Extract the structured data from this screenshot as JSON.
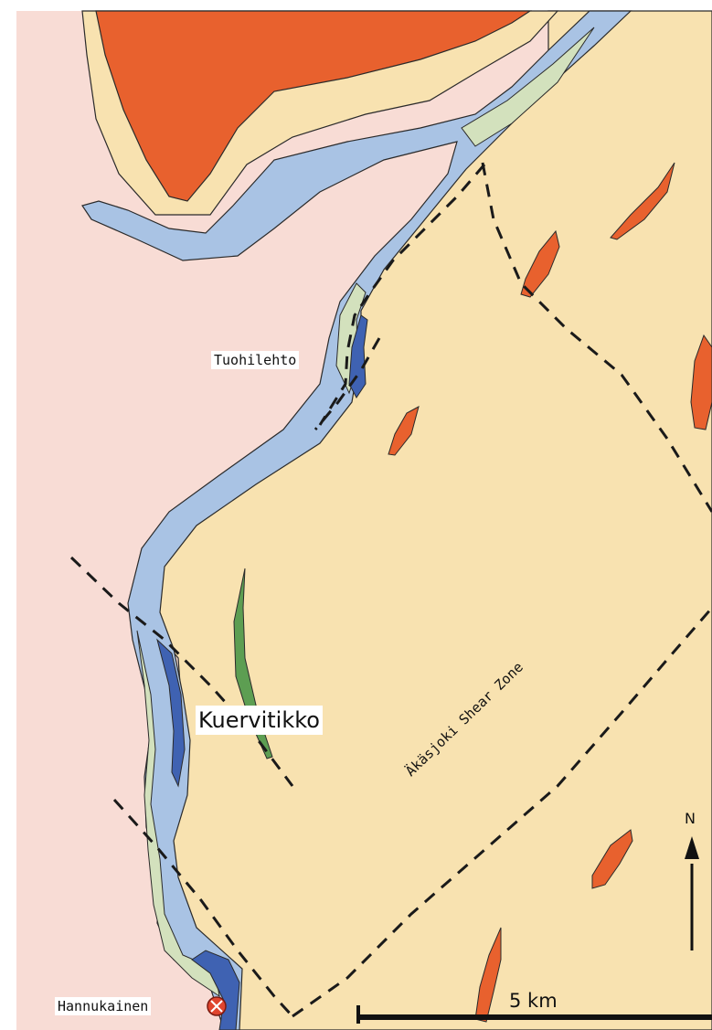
{
  "map": {
    "colors": {
      "frame": "#ffffff",
      "granitoid_area": "#f8dcd5",
      "main_field": "#f8e2b0",
      "red_intrusions": "#e8612e",
      "blue_belt": "#a9c3e4",
      "pale_green_belt": "#d3e1bd",
      "dark_blue_unit": "#3f62b2",
      "green_lens": "#5d9e52",
      "outline": "#2a2a2a",
      "marker": "#e0452e"
    },
    "labels": {
      "tuohilehto": "Tuohilehto",
      "kuervitikko": "Kuervitikko",
      "hannukainen": "Hannukainen",
      "shear_zone": "Äkäsjoki Shear Zone",
      "north": "N",
      "scale": "5 km"
    },
    "icons": {
      "north_arrow": "north-arrow-icon",
      "deposit_marker": "deposit-marker-icon"
    }
  }
}
